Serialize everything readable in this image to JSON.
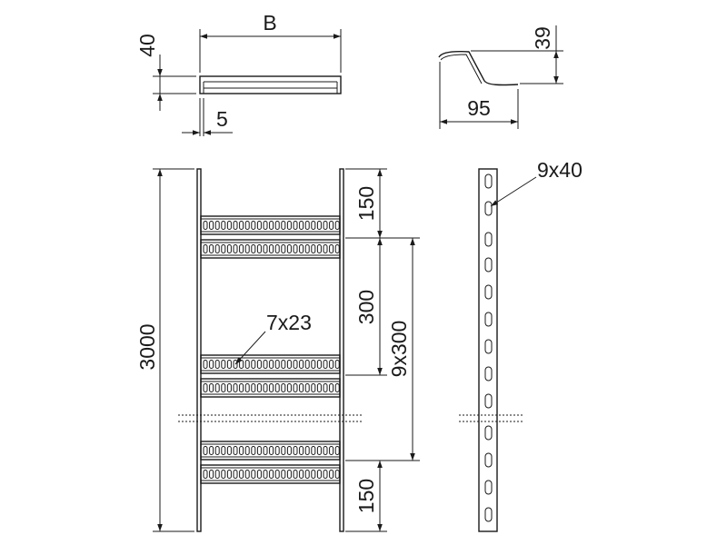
{
  "labels": {
    "width_b": "B",
    "height_40": "40",
    "thickness_5": "5",
    "profile_39": "39",
    "profile_95": "95",
    "length_3000": "3000",
    "end_150_top": "150",
    "rung_pitch_300": "300",
    "rung_count_9x300": "9x300",
    "end_150_bottom": "150",
    "rung_slot_7x23": "7x23",
    "side_slot_9x40": "9x40"
  },
  "colors": {
    "line": "#1a1a1a",
    "background": "#ffffff"
  }
}
